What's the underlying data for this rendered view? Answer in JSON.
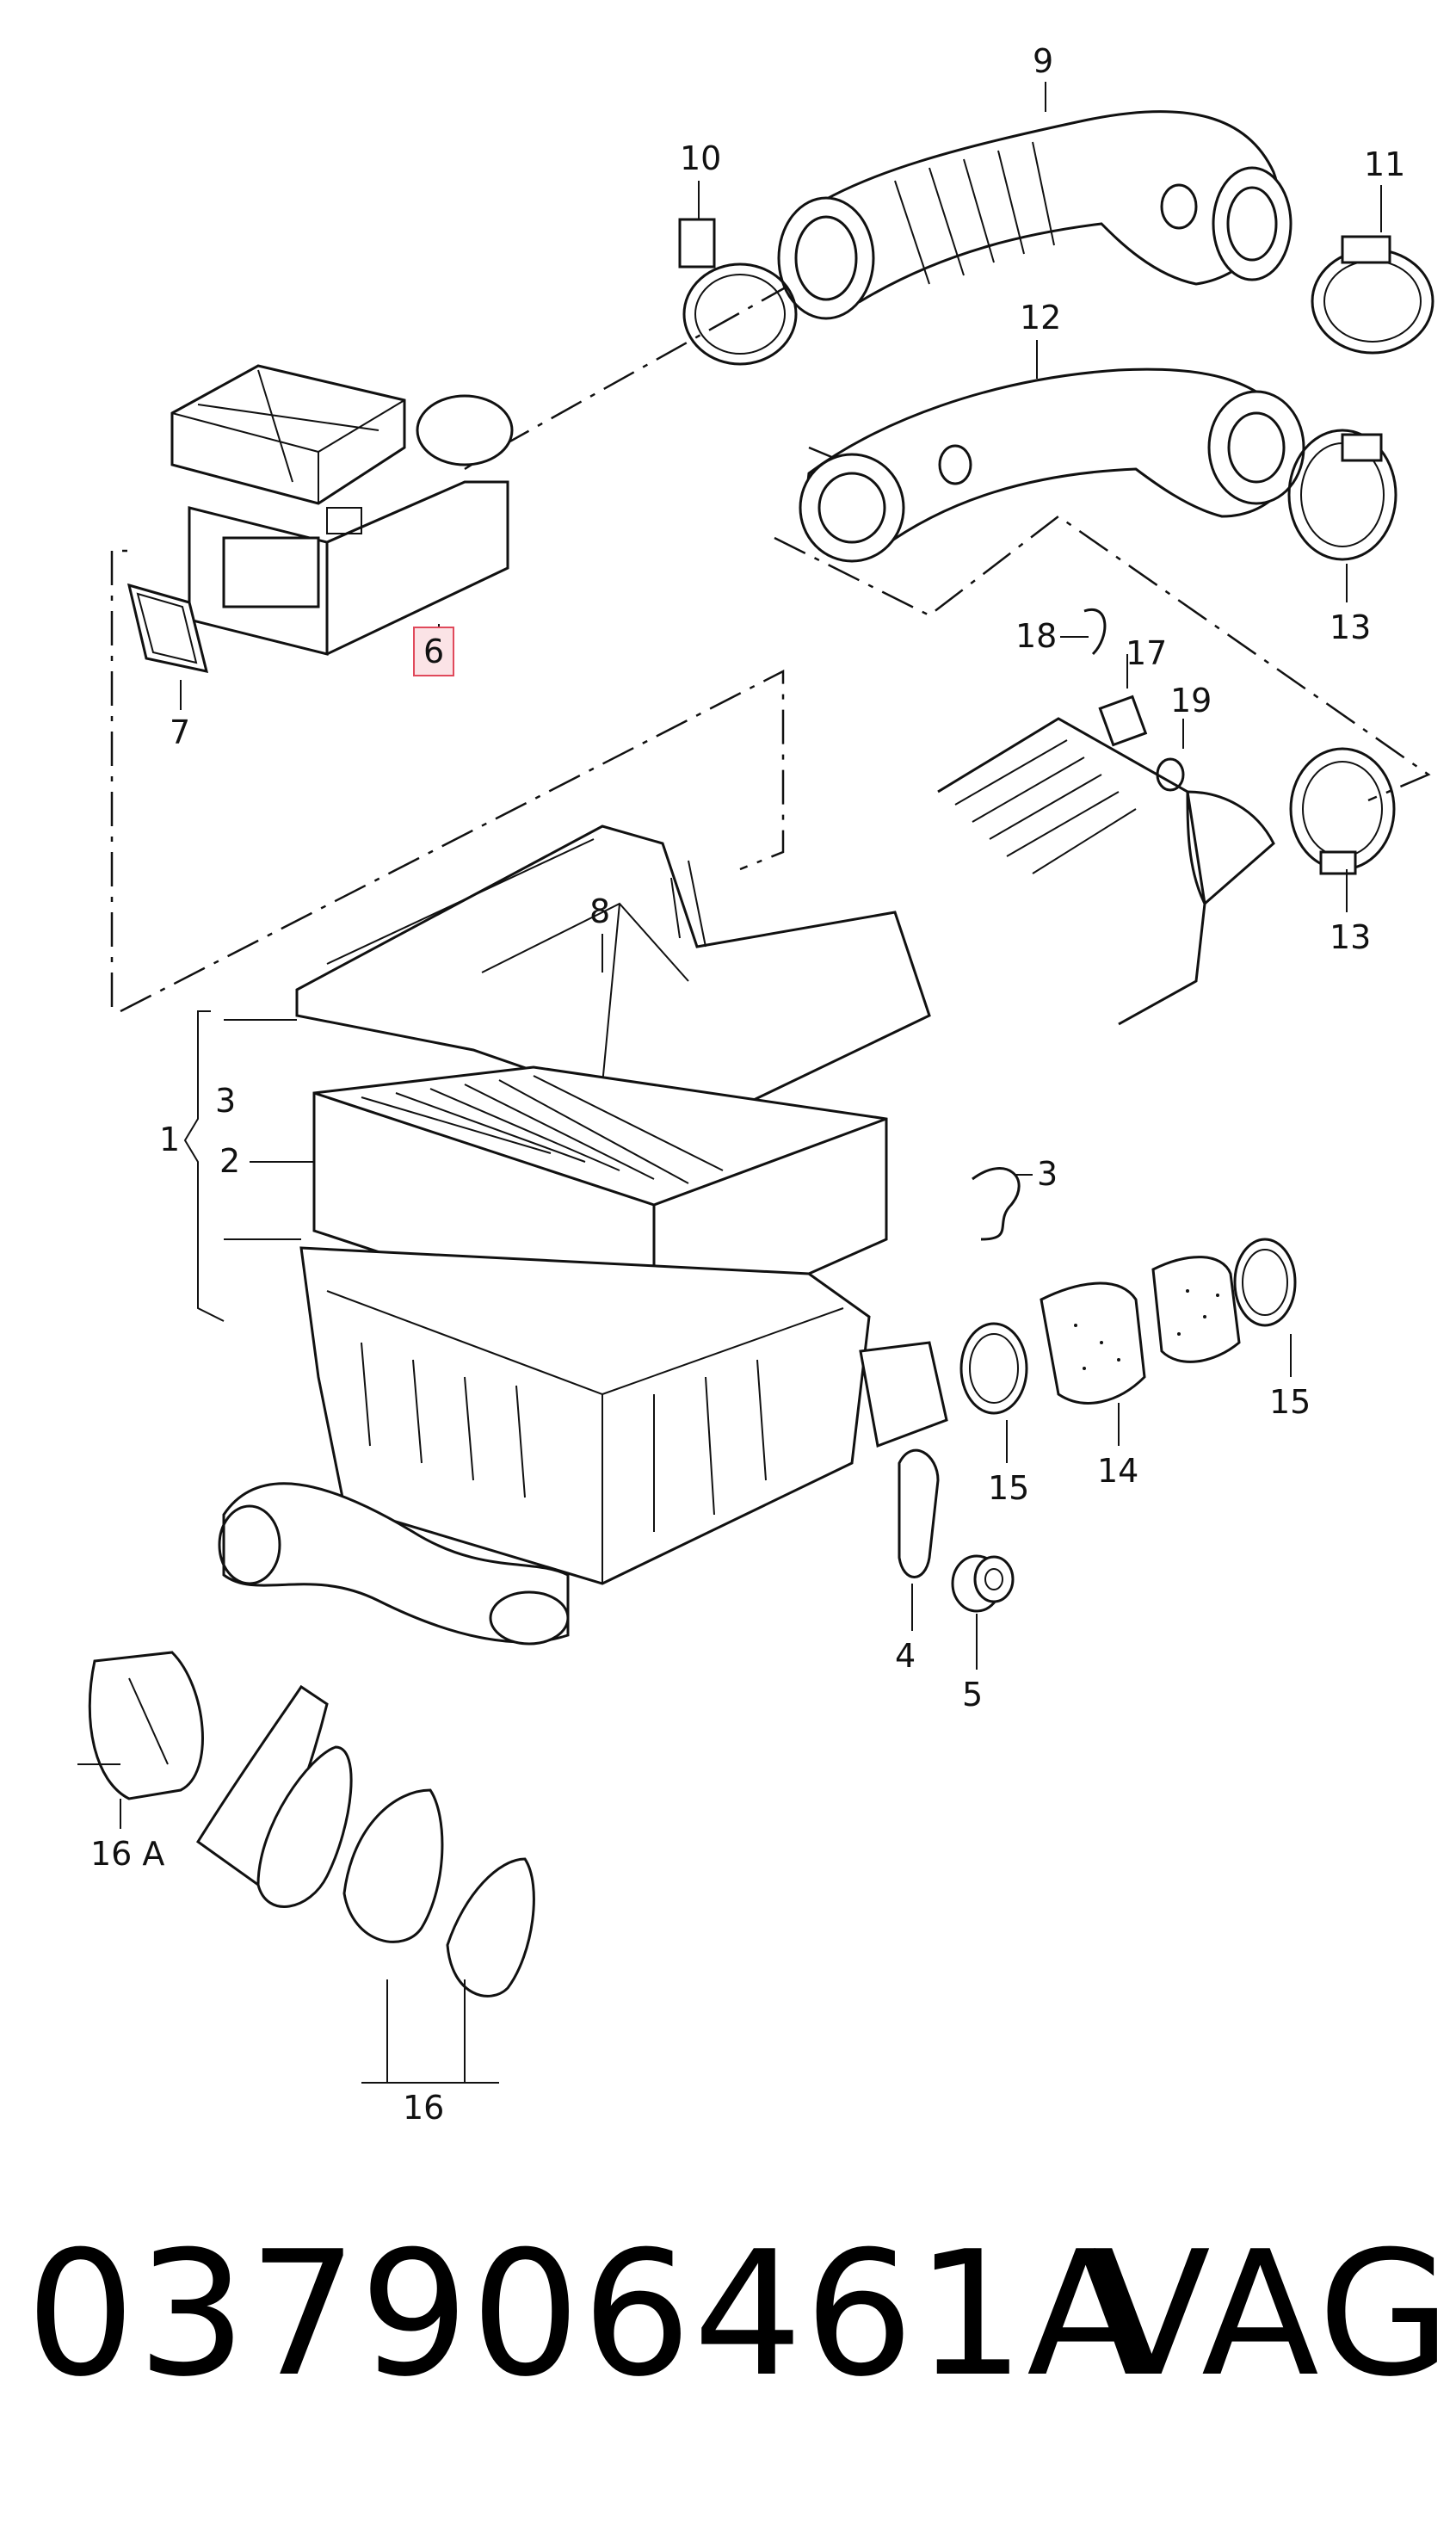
{
  "callouts": {
    "c1": "1",
    "c2": "2",
    "c3a": "3",
    "c3b": "3",
    "c4": "4",
    "c5": "5",
    "c6": "6",
    "c7": "7",
    "c8": "8",
    "c9": "9",
    "c10": "10",
    "c11": "11",
    "c12": "12",
    "c13a": "13",
    "c13b": "13",
    "c14": "14",
    "c15a": "15",
    "c15b": "15",
    "c16": "16",
    "c16a": "16 A",
    "c17": "17",
    "c18": "18",
    "c19": "19"
  },
  "highlight": {
    "part": "6",
    "color": "#e0495b"
  },
  "caption": {
    "part_number": "037906461A",
    "brand": "VAG"
  }
}
